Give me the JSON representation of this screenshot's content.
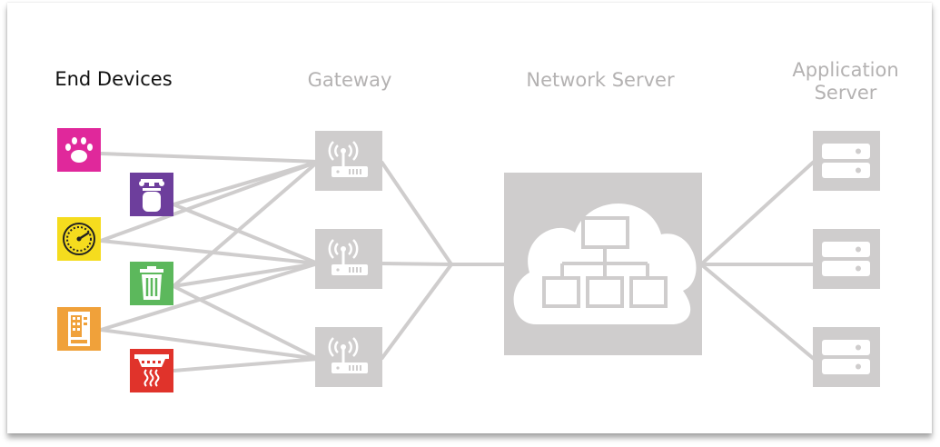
{
  "headings": {
    "end_devices": "End Devices",
    "gateway": "Gateway",
    "network_server": "Network Server",
    "application_server_line1": "Application",
    "application_server_line2": "Server"
  },
  "colors": {
    "link": "#cfcdcd",
    "node": "#cfcdcd",
    "icon_fill": "#ffffff",
    "heading_dark": "#111111",
    "heading_muted": "#b4b2b2",
    "pet_tracker": "#e0289b",
    "gas_sensor": "#6d3e9c",
    "gauge_meter": "#f5dc1e",
    "waste_bin": "#5cb85c",
    "vending_machine": "#f0a13a",
    "smoke_detector": "#e0332b"
  },
  "devices": [
    {
      "name": "pet-tracker-device",
      "icon": "paw-icon",
      "color": "#e0289b"
    },
    {
      "name": "gas-sensor-device",
      "icon": "gas-cylinder-icon",
      "color": "#6d3e9c"
    },
    {
      "name": "meter-device",
      "icon": "gauge-icon",
      "color": "#f5dc1e"
    },
    {
      "name": "waste-bin-device",
      "icon": "trash-bin-icon",
      "color": "#5cb85c"
    },
    {
      "name": "vending-machine-device",
      "icon": "vending-machine-icon",
      "color": "#f0a13a"
    },
    {
      "name": "smoke-detector-device",
      "icon": "smoke-detector-icon",
      "color": "#e0332b"
    }
  ],
  "gateways": [
    {
      "name": "gateway-1",
      "icon": "wireless-router-icon"
    },
    {
      "name": "gateway-2",
      "icon": "wireless-router-icon"
    },
    {
      "name": "gateway-3",
      "icon": "wireless-router-icon"
    }
  ],
  "network_server": {
    "icon": "cloud-network-icon"
  },
  "application_servers": [
    {
      "name": "application-server-1",
      "icon": "server-icon"
    },
    {
      "name": "application-server-2",
      "icon": "server-icon"
    },
    {
      "name": "application-server-3",
      "icon": "server-icon"
    }
  ]
}
